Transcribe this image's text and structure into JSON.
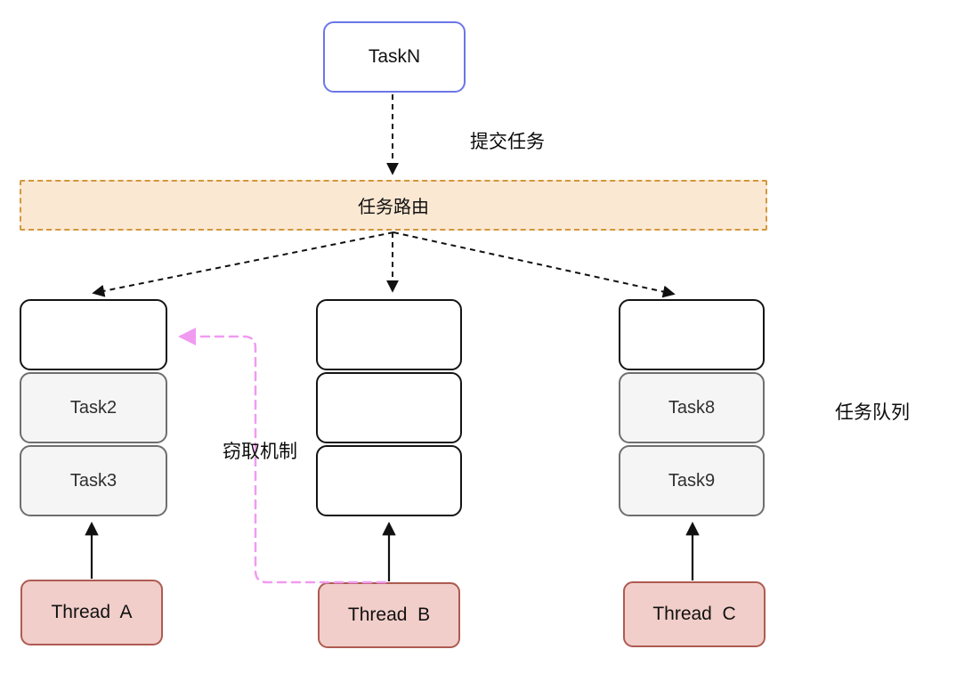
{
  "diagram": {
    "task_source": {
      "label": "TaskN"
    },
    "router": {
      "label": "任务路由"
    },
    "labels": {
      "submit": "提交任务",
      "steal": "窃取机制",
      "queue": "任务队列"
    },
    "queues": [
      {
        "name": "queue-a",
        "slots": [
          "",
          "Task2",
          "Task3"
        ]
      },
      {
        "name": "queue-b",
        "slots": [
          "",
          "",
          ""
        ]
      },
      {
        "name": "queue-c",
        "slots": [
          "",
          "Task8",
          "Task9"
        ]
      }
    ],
    "threads": [
      {
        "label": "Thread  A"
      },
      {
        "label": "Thread  B"
      },
      {
        "label": "Thread  C"
      }
    ],
    "colors": {
      "task_source_border": "#6B76E8",
      "router_fill": "#FBE8D2",
      "router_border": "#D2973E",
      "queue_slot_fill": "#F5F5F5",
      "thread_fill": "#F1CEC9",
      "thread_border": "#AE5B52",
      "steal_arrow": "#F09BF0",
      "line": "#111111"
    }
  }
}
